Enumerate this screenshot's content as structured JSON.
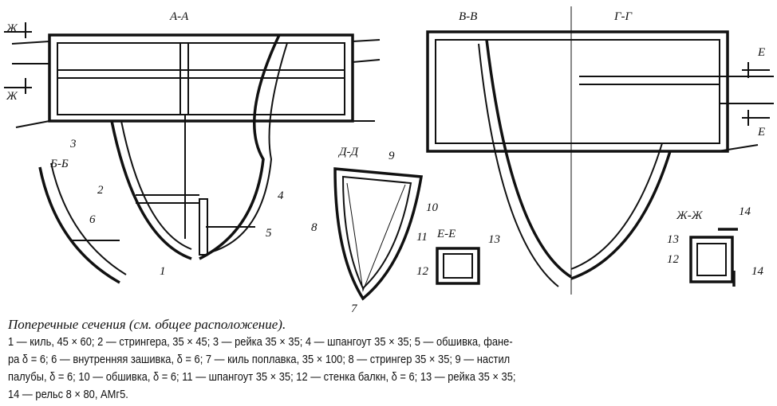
{
  "sections": {
    "aa": "А-А",
    "bb": "Б-Б",
    "vv": "В-В",
    "gg": "Г-Г",
    "dd": "Д-Д",
    "ee": "Е-Е",
    "zhzh": "Ж-Ж"
  },
  "markers": {
    "zh": "Ж",
    "e": "Е"
  },
  "callouts": [
    "1",
    "2",
    "3",
    "4",
    "5",
    "6",
    "7",
    "8",
    "9",
    "10",
    "11",
    "12",
    "13",
    "14"
  ],
  "caption": {
    "title": "Поперечные сечения (см. общее расположение).",
    "lines": [
      "1 — киль, 45 × 60; 2 — стрингера, 35 × 45; 3 — рейка 35 × 35; 4 — шпангоут 35 × 35; 5 — обшивка, фане-",
      "ра δ = 6; 6 — внутренняя зашивка, δ = 6; 7 — киль поплавка, 35 × 100; 8 — стрингер 35 × 35; 9 — настил",
      "палубы, δ = 6; 10 — обшивка, δ = 6; 11 — шпангоут 35 × 35; 12 — стенка балкн, δ = 6; 13 — рейка 35 × 35;",
      "14 — рельс 8 × 80, АМг5."
    ]
  }
}
